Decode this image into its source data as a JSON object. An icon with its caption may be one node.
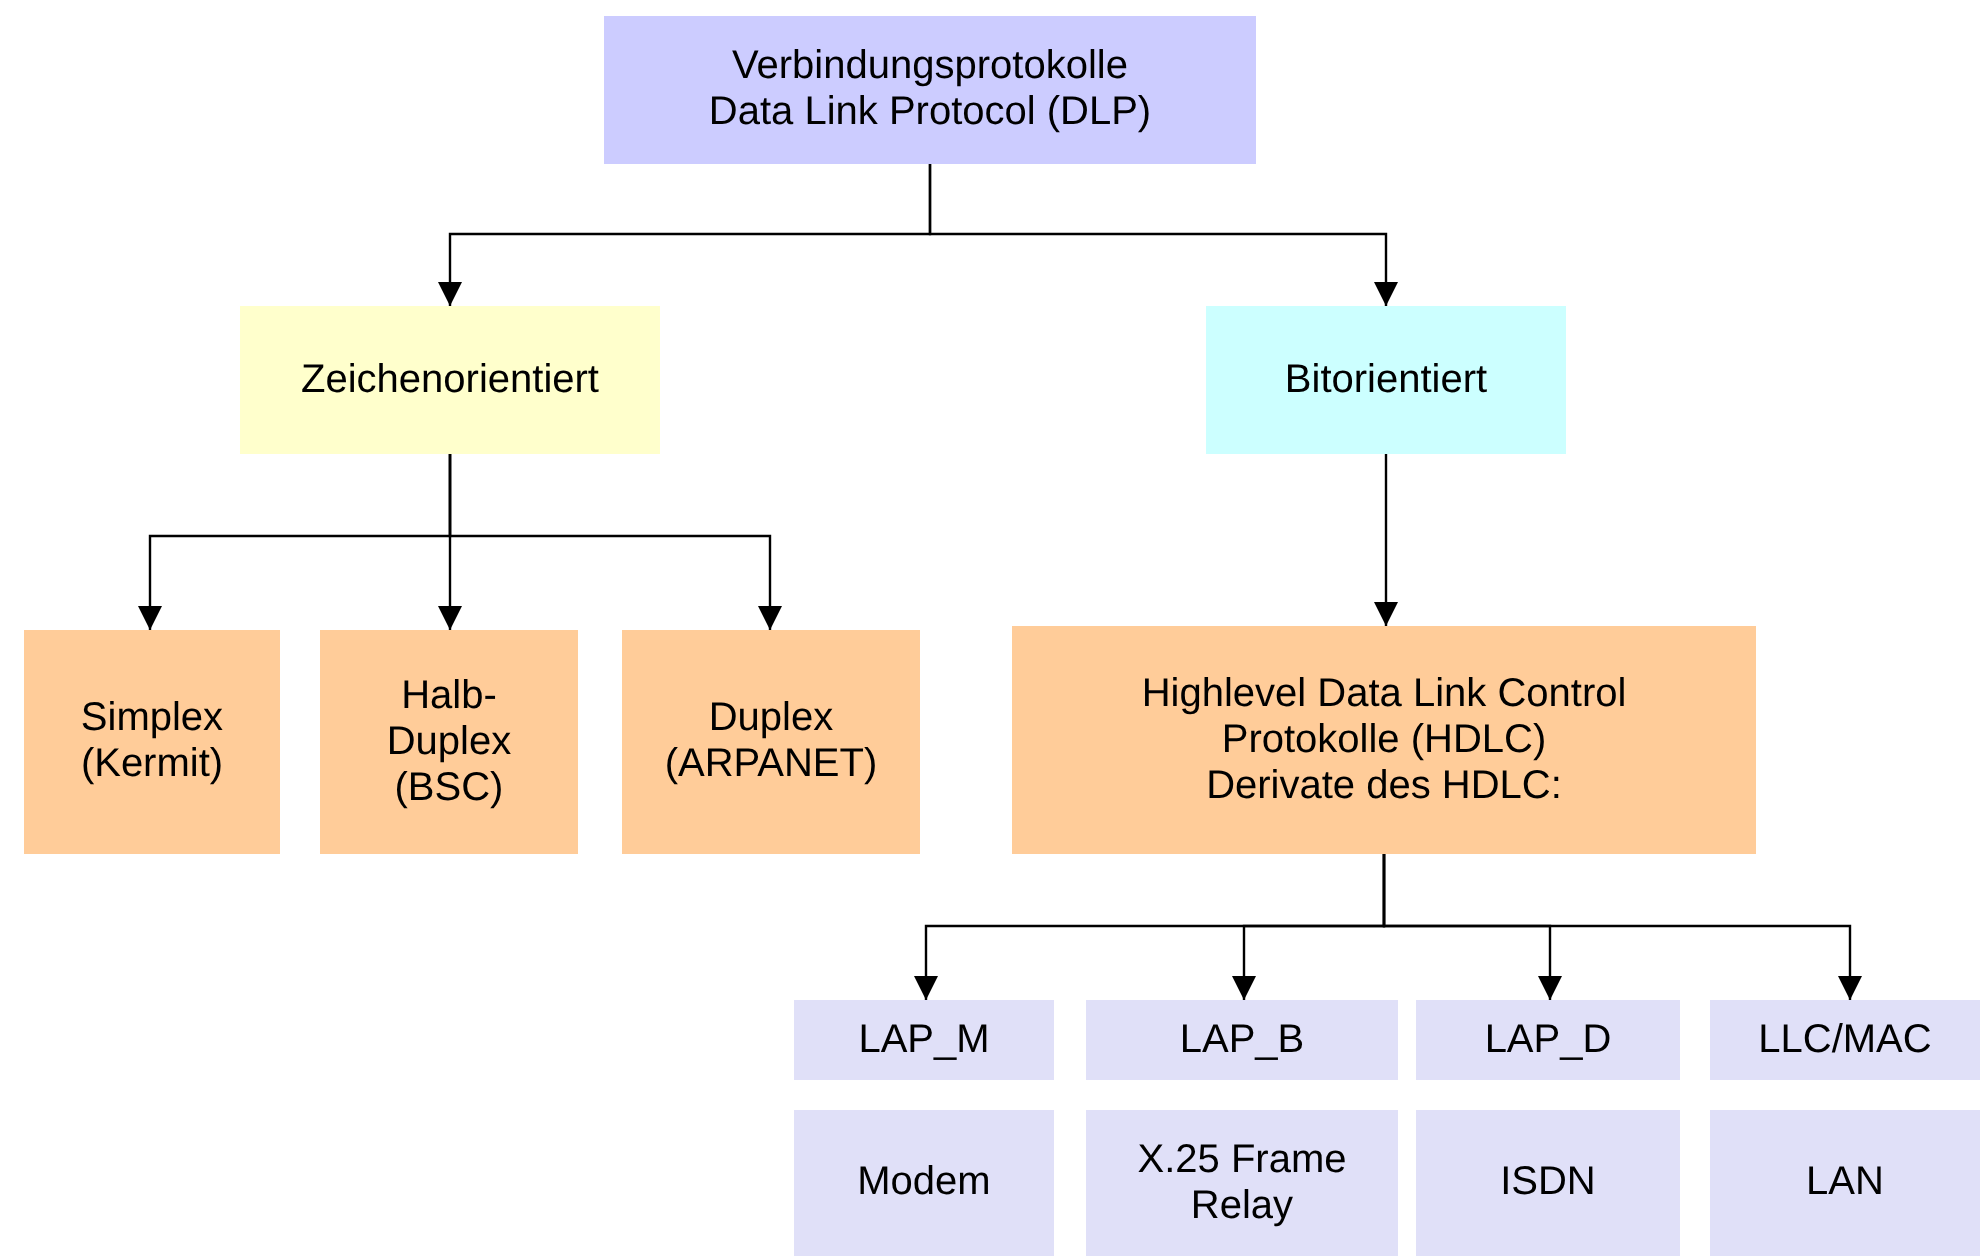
{
  "diagram": {
    "nodes": [
      {
        "text": [
          "Verbindungsprotokolle",
          "Data Link Protocol (DLP)"
        ]
      },
      {
        "text": [
          "Zeichenorientiert"
        ]
      },
      {
        "text": [
          "Bitorientiert"
        ]
      },
      {
        "text": [
          "Simplex (Kermit)"
        ]
      },
      {
        "text": [
          "Halb- Duplex (BSC)"
        ]
      },
      {
        "text": [
          "Duplex (ARPANET)"
        ]
      },
      {
        "text": [
          "Highlevel Data Link Control Protokolle (HDLC)",
          "Derivate des HDLC:"
        ]
      },
      {
        "text": [
          "LAP_M"
        ]
      },
      {
        "text": [
          "LAP_B"
        ]
      },
      {
        "text": [
          "LAP_D"
        ]
      },
      {
        "text": [
          "LLC/MAC"
        ]
      },
      {
        "text": [
          "Modem"
        ]
      },
      {
        "text": [
          "X.25 Frame Relay"
        ]
      },
      {
        "text": [
          "ISDN"
        ]
      },
      {
        "text": [
          "LAN"
        ]
      }
    ],
    "edges": [
      {
        "from": 0,
        "to": 1,
        "arrow": "to"
      },
      {
        "from": 0,
        "to": 2,
        "arrow": "to"
      },
      {
        "from": 1,
        "to": 3,
        "arrow": "to"
      },
      {
        "from": 1,
        "to": 4,
        "arrow": "to"
      },
      {
        "from": 1,
        "to": 5,
        "arrow": "to"
      },
      {
        "from": 2,
        "to": 6,
        "arrow": "to"
      },
      {
        "from": 6,
        "to": 7,
        "arrow": "to"
      },
      {
        "from": 6,
        "to": 8,
        "arrow": "to"
      },
      {
        "from": 6,
        "to": 9,
        "arrow": "to"
      },
      {
        "from": 6,
        "to": 10,
        "arrow": "to"
      }
    ]
  }
}
